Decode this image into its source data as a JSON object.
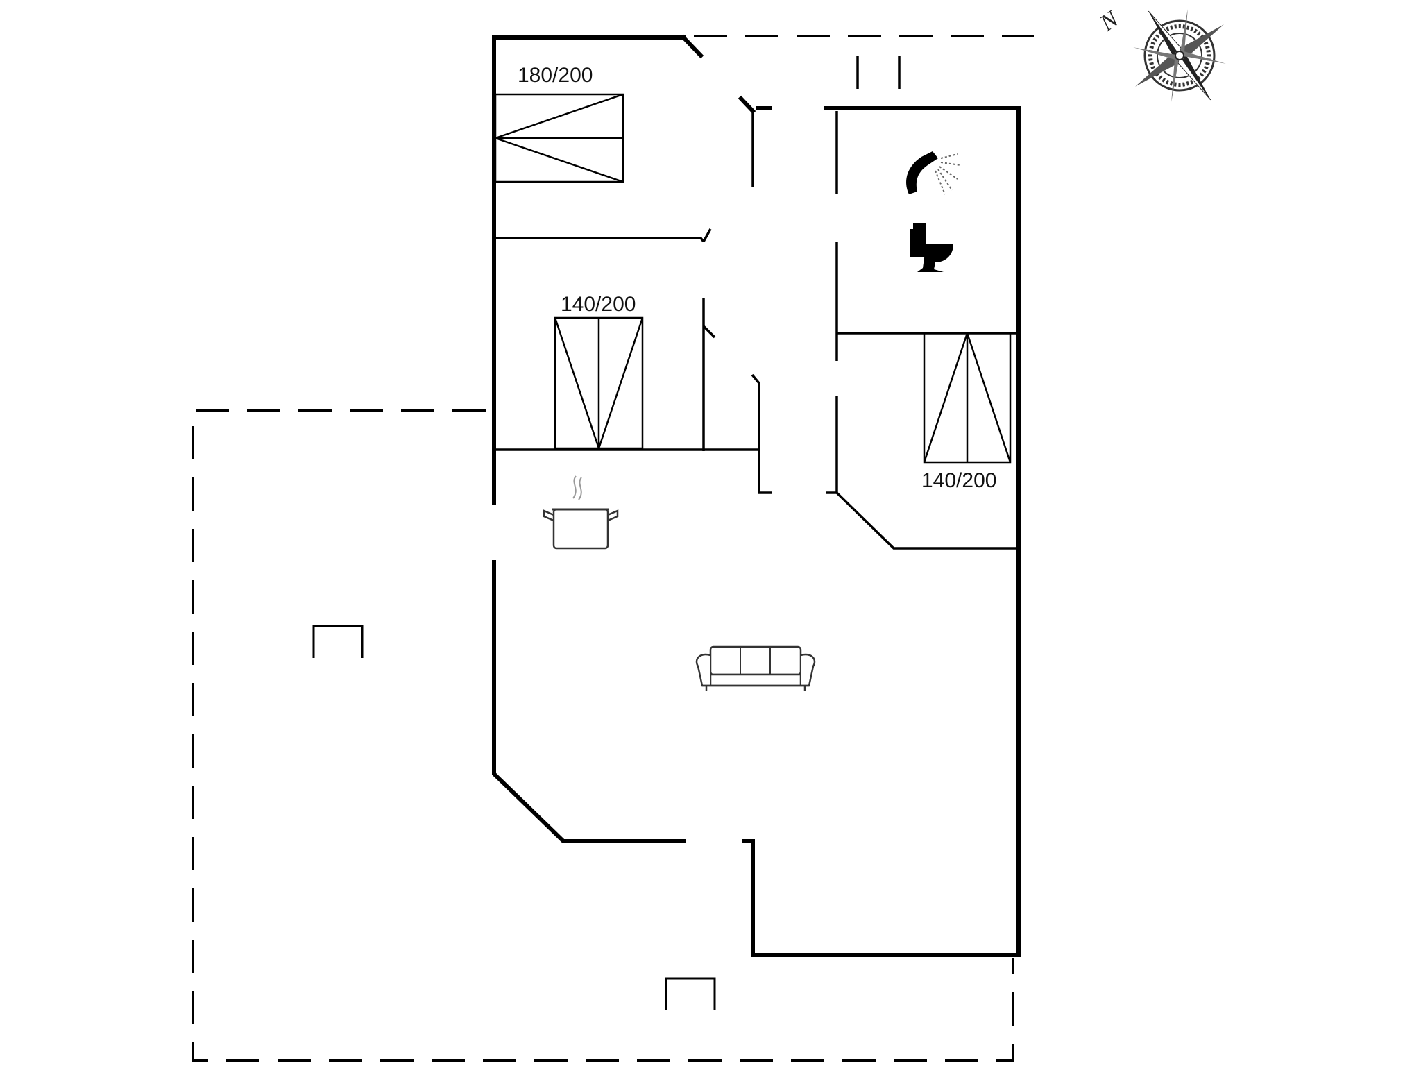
{
  "compass": {
    "north_label": "N",
    "icon": "compass-rose-icon"
  },
  "beds": [
    {
      "label": "180/200"
    },
    {
      "label": "140/200"
    },
    {
      "label": "140/200"
    }
  ],
  "fixtures": {
    "shower": "shower-icon",
    "toilet": "toilet-icon",
    "kitchen": "cooking-pot-icon",
    "living": "sofa-icon"
  },
  "colors": {
    "ink": "#000000",
    "background": "#ffffff"
  }
}
